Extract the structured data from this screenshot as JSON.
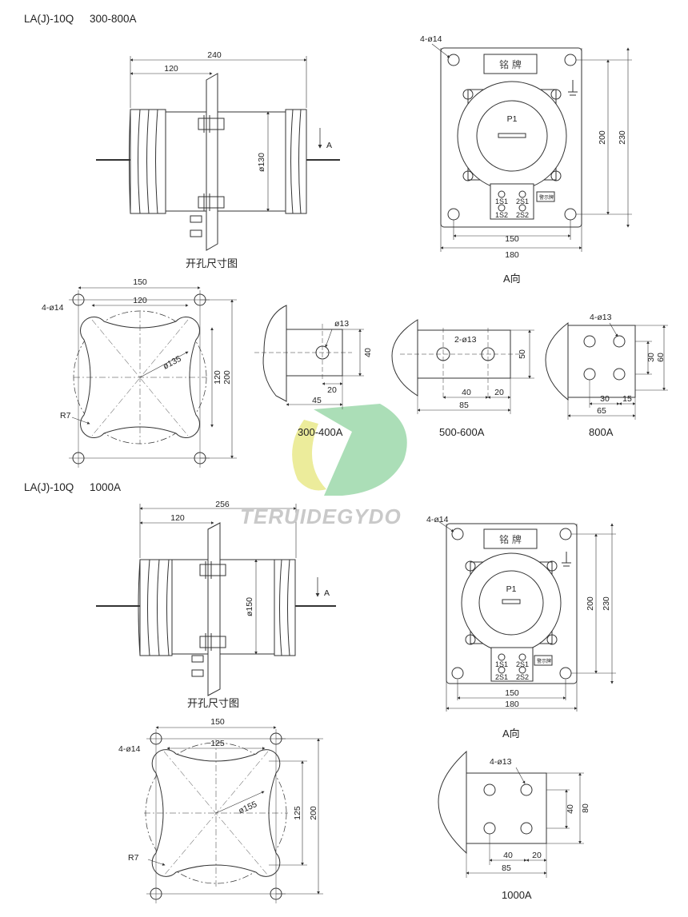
{
  "top_section": {
    "title_model": "LA(J)-10Q",
    "title_range": "300-800A",
    "side_view": {
      "dim_total": "240",
      "dim_half": "120",
      "dim_dia": "ø130",
      "arrow_label": "A",
      "caption": "开孔尺寸图"
    },
    "front_view": {
      "holes_label": "4-ø14",
      "nameplate": "铭 牌",
      "terminal_p1": "P1",
      "term_1s1": "1S1",
      "term_2s1": "2S1",
      "term_1s2": "1S2",
      "term_2s2": "2S2",
      "tag": "警示牌",
      "dim_200": "200",
      "dim_230": "230",
      "dim_150": "150",
      "dim_180": "180",
      "caption": "A向"
    },
    "cutout": {
      "holes_label": "4-ø14",
      "dim_150": "150",
      "dim_120_h": "120",
      "dim_120_v": "120",
      "dim_200": "200",
      "dim_dia": "ø135",
      "radius": "R7"
    },
    "terminals": [
      {
        "caption": "300-400A",
        "hole": "ø13",
        "d1": "40",
        "d2": "20",
        "d3": "45"
      },
      {
        "caption": "500-600A",
        "hole": "2-ø13",
        "d1": "50",
        "d2": "40",
        "d3": "20",
        "d4": "85"
      },
      {
        "caption": "800A",
        "hole": "4-ø13",
        "d1": "30",
        "d2": "60",
        "d3": "30",
        "d4": "15",
        "d5": "65"
      }
    ]
  },
  "watermark": {
    "text": "TERUIDEGYDO"
  },
  "bottom_section": {
    "title_model": "LA(J)-10Q",
    "title_range": "1000A",
    "side_view": {
      "dim_total": "256",
      "dim_half": "120",
      "dim_dia": "ø150",
      "arrow_label": "A",
      "caption": "开孔尺寸图"
    },
    "front_view": {
      "holes_label": "4-ø14",
      "nameplate": "铭 牌",
      "terminal_p1": "P1",
      "term_1s1": "1S1",
      "term_2s1": "2S1",
      "term_2s1b": "2S1",
      "term_2s2": "2S2",
      "tag": "警示牌",
      "dim_200": "200",
      "dim_230": "230",
      "dim_150": "150",
      "dim_180": "180",
      "caption": "A向"
    },
    "cutout": {
      "holes_label": "4-ø14",
      "dim_150": "150",
      "dim_125_h": "125",
      "dim_125_v": "125",
      "dim_200": "200",
      "dim_dia": "ø155",
      "radius": "R7"
    },
    "terminal": {
      "caption": "1000A",
      "hole": "4-ø13",
      "d1": "40",
      "d2": "80",
      "d3": "40",
      "d4": "20",
      "d5": "85"
    }
  },
  "colors": {
    "line": "#333333",
    "watermark_green": "#8fd3a0",
    "watermark_yellow": "#e6e67a"
  }
}
